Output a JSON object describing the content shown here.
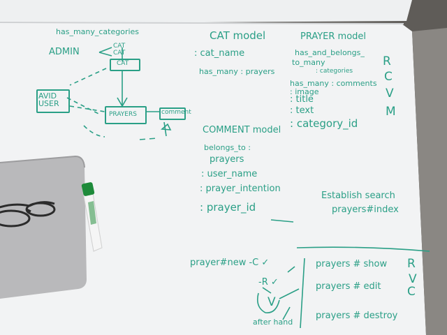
{
  "whiteboard": {
    "erd": {
      "has_many_categories": "has_many_categories",
      "admin": "ADMIN",
      "cat_a": "CAT",
      "cat_b": "CAT",
      "cat_box": "CAT",
      "avid_user": "AVID USER",
      "prayers_box": "PRAYERS",
      "comment_box": "comment"
    },
    "cat_model": {
      "title": "CAT model",
      "cat_name": ": cat_name",
      "has_many": "has_many : prayers"
    },
    "prayer_model": {
      "title": "PRAYER model",
      "habtm_1": "has_and_belongs_",
      "habtm_2": "to_many",
      "habtm_3": ": categories",
      "has_many_comments": "has_many : comments",
      "image": ": image",
      "title_field": ": title",
      "text": ": text",
      "category_id": ": category_id",
      "crud": [
        "R",
        "C",
        "V",
        "M"
      ]
    },
    "comment_model": {
      "title": "COMMENT model",
      "belongs_to": "belongs_to :",
      "prayers": "prayers",
      "user_name": ": user_name",
      "prayer_intention": ": prayer_intention",
      "prayer_id": ": prayer_id"
    },
    "establish": {
      "line1": "Establish search",
      "line2": "prayers#index"
    },
    "routes": {
      "new": "prayer#new -C ✓",
      "r": "-R ✓",
      "v": "V",
      "after_hand": "after hand",
      "show": "prayers # show",
      "show_r": "R",
      "edit": "prayers # edit",
      "edit_v": "V",
      "edit_c": "C",
      "destroy": "prayers # destroy"
    }
  },
  "colors": {
    "marker": "#2a9f86",
    "board": "#f2f3f4",
    "laptop": "#b9b9bb"
  }
}
